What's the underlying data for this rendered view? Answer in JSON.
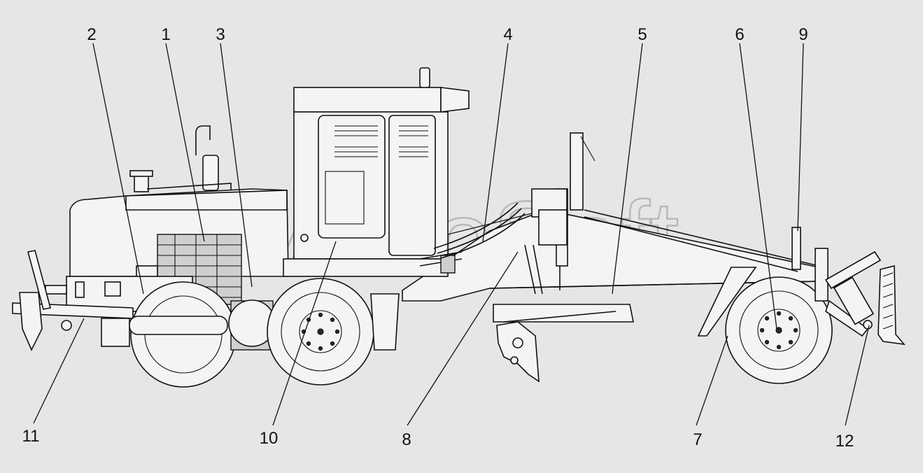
{
  "watermark": "AutoSoft",
  "callouts": [
    {
      "label": "1"
    },
    {
      "label": "2"
    },
    {
      "label": "3"
    },
    {
      "label": "4"
    },
    {
      "label": "5"
    },
    {
      "label": "6"
    },
    {
      "label": "7"
    },
    {
      "label": "8"
    },
    {
      "label": "9"
    },
    {
      "label": "10"
    },
    {
      "label": "11"
    },
    {
      "label": "12"
    }
  ]
}
